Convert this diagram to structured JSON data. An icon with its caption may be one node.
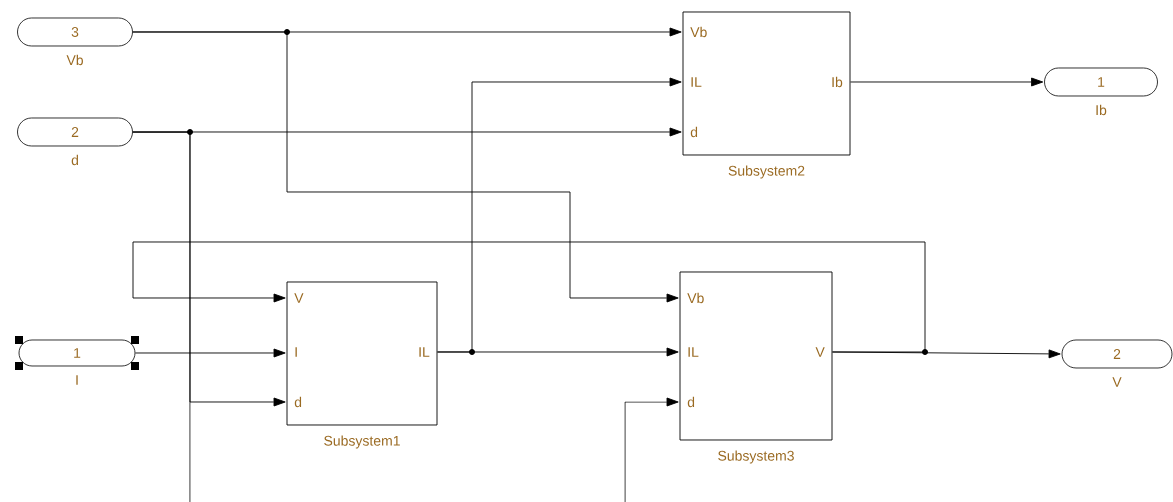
{
  "diagram": {
    "nodes": [
      {
        "text": [
          "3"
        ],
        "beside": [
          "Vb"
        ]
      },
      {
        "text": [
          "2"
        ],
        "beside": [
          "d"
        ]
      },
      {
        "text": [
          "1"
        ],
        "beside": [
          "I"
        ]
      },
      {
        "text": [
          "Vb",
          "IL",
          "d",
          "Ib"
        ],
        "beside": [
          "Subsystem2"
        ]
      },
      {
        "text": [
          "V",
          "I",
          "d",
          "IL"
        ],
        "beside": [
          "Subsystem1"
        ]
      },
      {
        "text": [
          "Vb",
          "IL",
          "d",
          "V"
        ],
        "beside": [
          "Subsystem3"
        ]
      },
      {
        "text": [
          "1"
        ],
        "beside": [
          "Ib"
        ]
      },
      {
        "text": [
          "2"
        ],
        "beside": [
          "V"
        ]
      }
    ],
    "edges": [
      {
        "from": 0,
        "to": 3,
        "arrow": "to"
      },
      {
        "from": 0,
        "to": 5,
        "arrow": "to"
      },
      {
        "from": 1,
        "to": 3,
        "arrow": "to"
      },
      {
        "from": 1,
        "to": 4,
        "arrow": "to"
      },
      {
        "from": 1,
        "to": null,
        "arrow": "none"
      },
      {
        "from": null,
        "to": 5,
        "arrow": "to"
      },
      {
        "from": 2,
        "to": 4,
        "arrow": "to"
      },
      {
        "from": 4,
        "to": 5,
        "arrow": "to"
      },
      {
        "from": 4,
        "to": 3,
        "arrow": "to"
      },
      {
        "from": 5,
        "to": 7,
        "arrow": "to"
      },
      {
        "from": 5,
        "to": 4,
        "arrow": "to"
      },
      {
        "from": 3,
        "to": 6,
        "arrow": "to"
      }
    ]
  }
}
